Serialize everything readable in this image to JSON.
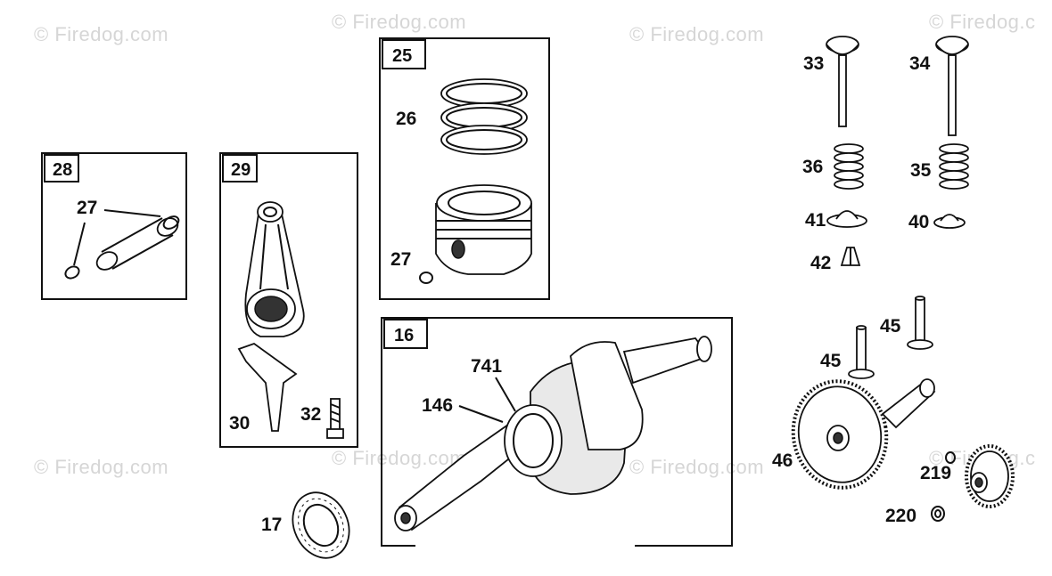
{
  "watermarks": [
    "© Firedog.com",
    "© Firedog.com",
    "© Firedog.com",
    "© Firedog.c",
    "© Firedog.com",
    "© Firedog.com",
    "© Firedog.com",
    "© Firedog.c"
  ],
  "boxes": {
    "b28": "28",
    "b29": "29",
    "b25": "25",
    "b16": "16"
  },
  "callouts": {
    "c27a": "27",
    "c30": "30",
    "c32": "32",
    "c26": "26",
    "c27b": "27",
    "c741": "741",
    "c146": "146",
    "c17": "17",
    "c33": "33",
    "c34": "34",
    "c36": "36",
    "c35": "35",
    "c41": "41",
    "c40": "40",
    "c42": "42",
    "c45a": "45",
    "c45b": "45",
    "c46": "46",
    "c219": "219",
    "c220": "220"
  }
}
